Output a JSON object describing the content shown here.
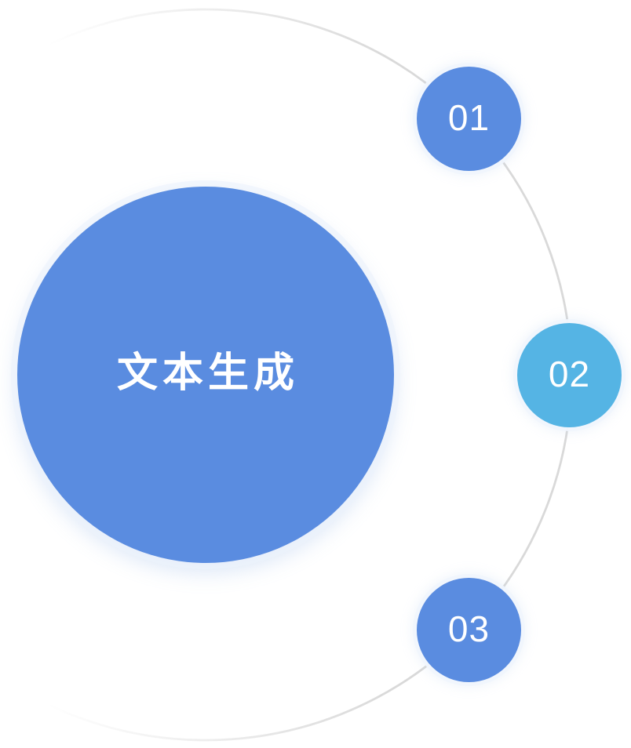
{
  "diagram": {
    "title": "文本生成",
    "steps": [
      {
        "label": "01",
        "variant": "primary"
      },
      {
        "label": "02",
        "variant": "accent"
      },
      {
        "label": "03",
        "variant": "primary"
      }
    ]
  },
  "colors": {
    "primary": "#5A8CE0",
    "accent": "#55B4E4",
    "arc": "#D9D9D9",
    "label-text": "#FFFFFF",
    "background": "#FFFFFF"
  }
}
